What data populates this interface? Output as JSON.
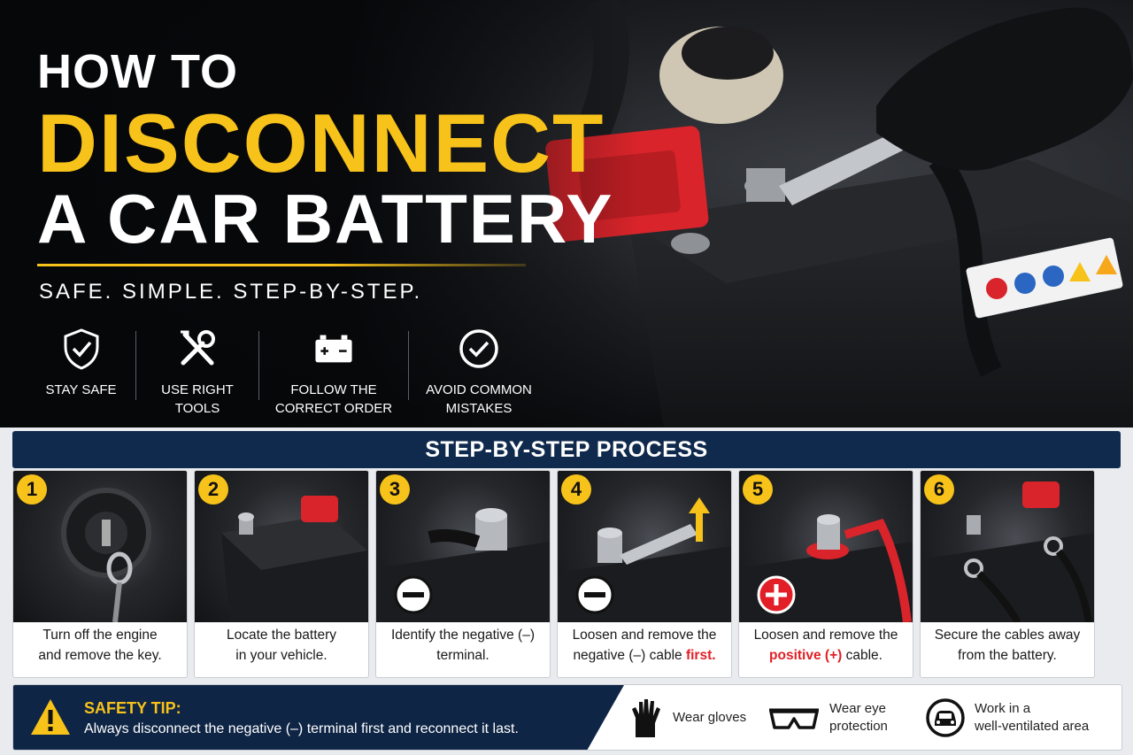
{
  "hero": {
    "title_line1": "HOW TO",
    "title_line2": "DISCONNECT",
    "title_line3": "A CAR BATTERY",
    "tagline": "SAFE. SIMPLE. STEP-BY-STEP.",
    "features": [
      {
        "icon": "shield-check-icon",
        "label_line1": "STAY SAFE",
        "label_line2": ""
      },
      {
        "icon": "tools-icon",
        "label_line1": "USE RIGHT",
        "label_line2": "TOOLS"
      },
      {
        "icon": "battery-icon",
        "label_line1": "FOLLOW THE",
        "label_line2": "CORRECT ORDER"
      },
      {
        "icon": "check-circle-icon",
        "label_line1": "AVOID COMMON",
        "label_line2": "MISTAKES"
      }
    ]
  },
  "process": {
    "heading": "STEP-BY-STEP PROCESS",
    "steps": [
      {
        "number": "1",
        "line1": "Turn off the engine",
        "line2": "and remove the key."
      },
      {
        "number": "2",
        "line1": "Locate the battery",
        "line2": "in your vehicle."
      },
      {
        "number": "3",
        "line1": "Identify the negative (–)",
        "line2": "terminal."
      },
      {
        "number": "4",
        "line1": "Loosen and remove the",
        "line2_pre": "negative (–) cable ",
        "line2_highlight": "first.",
        "line2_post": ""
      },
      {
        "number": "5",
        "line1": "Loosen and remove the",
        "line2_pre": "",
        "line2_highlight": "positive (+)",
        "line2_post": " cable."
      },
      {
        "number": "6",
        "line1": "Secure the cables away",
        "line2": "from the battery."
      }
    ]
  },
  "safety": {
    "title": "SAFETY TIP:",
    "text": "Always disconnect the negative (–) terminal first and reconnect it last.",
    "gear": [
      {
        "icon": "glove-icon",
        "line1": "Wear gloves",
        "line2": ""
      },
      {
        "icon": "goggles-icon",
        "line1": "Wear eye",
        "line2": "protection"
      },
      {
        "icon": "car-icon",
        "line1": "Work in a",
        "line2": "well-ventilated area"
      }
    ]
  },
  "colors": {
    "accent": "#f7c21a",
    "navy": "#102a4d",
    "red": "#e21f26"
  }
}
